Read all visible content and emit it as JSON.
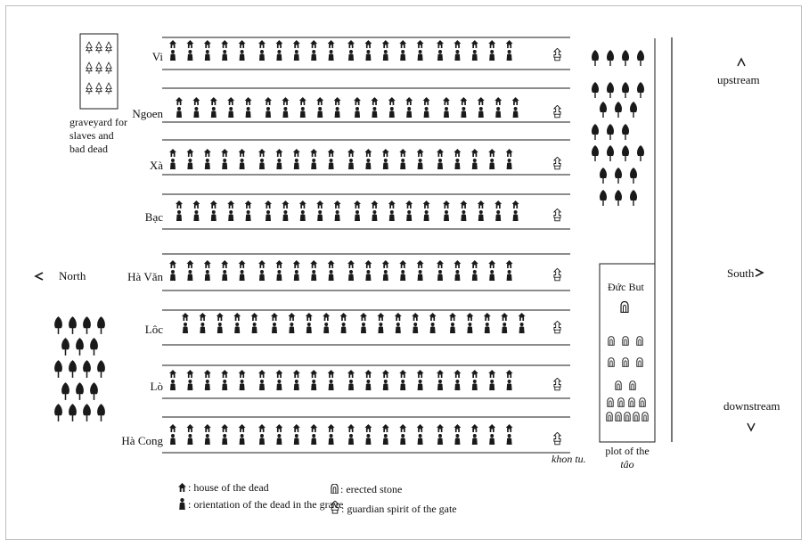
{
  "rows": [
    {
      "label": "Vi",
      "graves": 20
    },
    {
      "label": "Ngoen",
      "graves": 20
    },
    {
      "label": "Xà",
      "graves": 20
    },
    {
      "label": "Bạc",
      "graves": 20
    },
    {
      "label": "Hà Văn",
      "graves": 20
    },
    {
      "label": "Lôc",
      "graves": 20
    },
    {
      "label": "Lò",
      "graves": 20
    },
    {
      "label": "Hà Cong",
      "graves": 20
    }
  ],
  "slave_graveyard": {
    "label": "graveyard for slaves and bad dead",
    "line1": "graveyard for",
    "line2": "slaves and",
    "line3": "bad dead",
    "trees": 9
  },
  "directions": {
    "north": "North",
    "south": "South",
    "upstream": "upstream",
    "downstream": "downstream"
  },
  "gate_label": "khon tu.",
  "tao_plot": {
    "title": "Đức But",
    "label_line1": "plot of the",
    "label_line2": "tâo",
    "stone_rows": [
      3,
      3,
      2,
      4,
      5
    ]
  },
  "legend": {
    "house": ": house of the dead",
    "orientation": ": orientation of the dead in the grave",
    "stone": ": erected stone",
    "guardian": ": guardian spirit of the gate"
  },
  "colors": {
    "ink": "#1a1a1a",
    "frame": "#bdbdbd"
  },
  "icons": [
    "house-icon",
    "grave-icon",
    "tree-icon",
    "guardian-spirit-icon",
    "erected-stone-icon"
  ]
}
